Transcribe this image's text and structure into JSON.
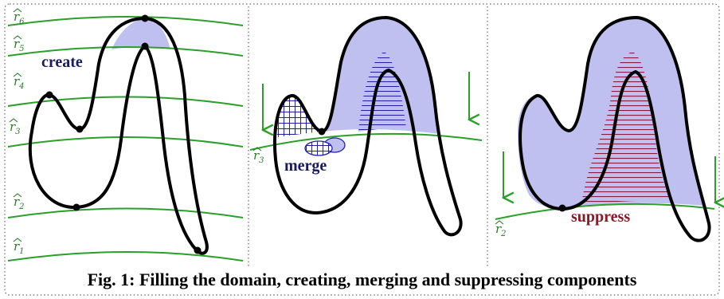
{
  "colors": {
    "curve": "#2aa02a",
    "shape_stroke": "#000000",
    "fill": "#c0c0f0",
    "create_label": "#1a1a5e",
    "merge_label": "#1a1a5e",
    "merge_pattern": "#1f1faa",
    "suppress_pattern": "#8a1a3a",
    "suppress_label": "#8a1a2a",
    "panel_border": "#666666"
  },
  "panel1": {
    "levels": [
      {
        "sym": "r",
        "sub": "6"
      },
      {
        "sym": "r",
        "sub": "5"
      },
      {
        "sym": "r",
        "sub": "4"
      },
      {
        "sym": "r",
        "sub": "3"
      },
      {
        "sym": "r",
        "sub": "2"
      },
      {
        "sym": "r",
        "sub": "1"
      }
    ],
    "annotation": "create"
  },
  "panel2": {
    "level": {
      "sym": "r",
      "sub": "3"
    },
    "annotation": "merge"
  },
  "panel3": {
    "level": {
      "sym": "r",
      "sub": "2"
    },
    "annotation": "suppress"
  },
  "caption": "Fig. 1: Filling the domain, creating, merging and suppressing components"
}
